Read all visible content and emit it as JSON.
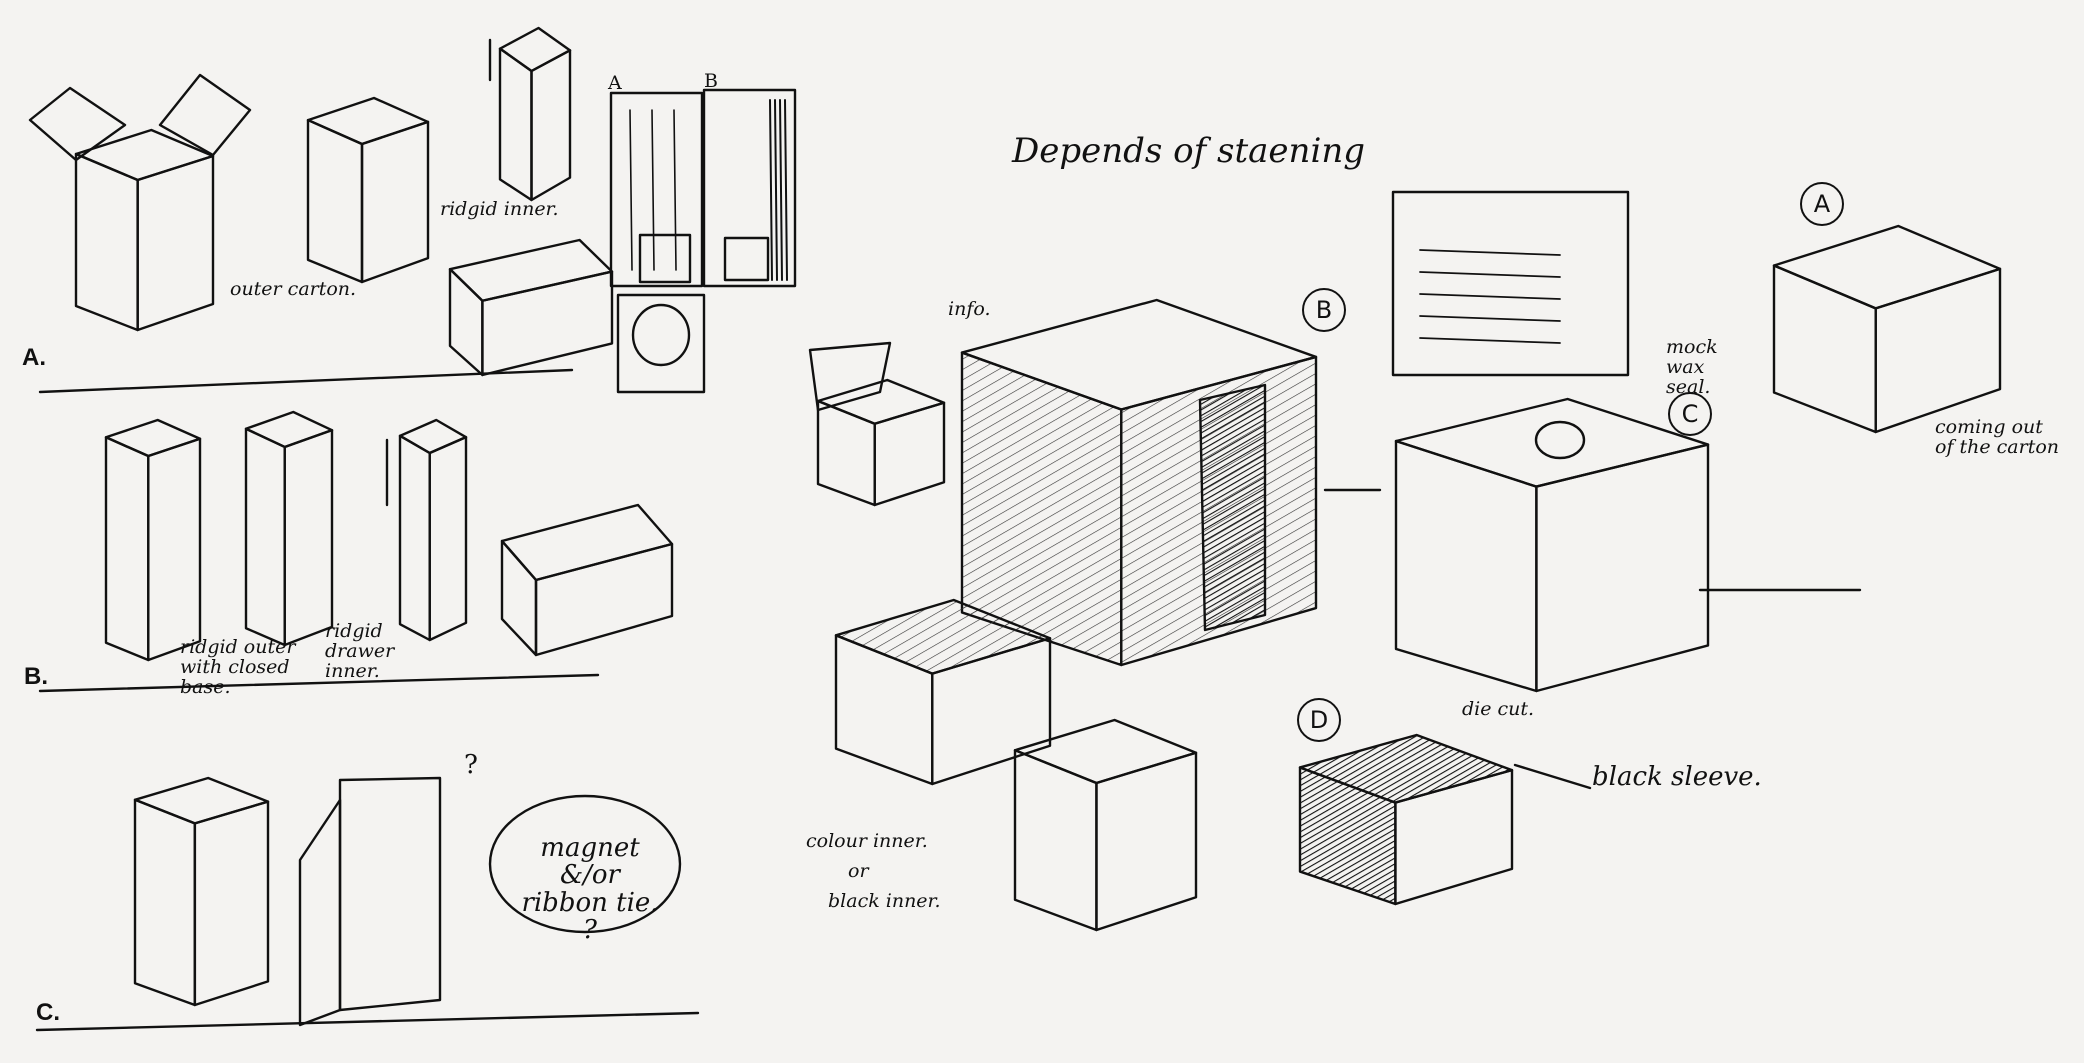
{
  "section_a": {
    "label": "A.",
    "outer_carton": "outer carton.",
    "rigid_inner": "ridgid inner.",
    "panel_a": "A",
    "panel_b": "B"
  },
  "section_b": {
    "label": "B.",
    "rigid_outer": "ridgid outer with closed base.",
    "drawer_inner": "ridgid drawer inner."
  },
  "section_c": {
    "label": "C.",
    "question": "?",
    "magnet_note": "magnet &/or ribbon tie. ?"
  },
  "concepts": {
    "heading": "Depends of staening",
    "info": "info.",
    "option_a": "A",
    "option_b": "B",
    "option_c": "C",
    "option_d": "D",
    "wax_seal": "mock wax seal.",
    "coming_out": "coming out of the carton",
    "die_cut": "die cut.",
    "black_sleeve": "black sleeve.",
    "colour_inner": "colour inner.",
    "or": "or",
    "black_inner": "black inner."
  }
}
